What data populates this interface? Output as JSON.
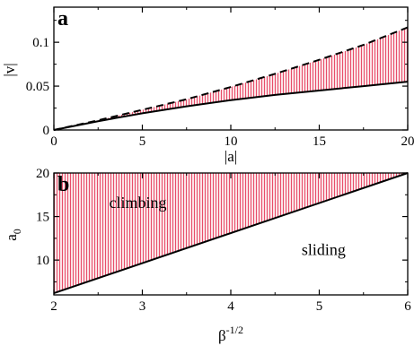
{
  "colors": {
    "fill": "#e84d6a",
    "fill_bg": "#fbe3e6",
    "line": "#000000"
  },
  "chart_data": [
    {
      "type": "area",
      "panel_label": "a",
      "xlabel": "|a|",
      "ylabel": "|v|",
      "xlim": [
        0,
        20
      ],
      "ylim": [
        0,
        0.14
      ],
      "xticks": [
        0,
        5,
        10,
        15,
        20
      ],
      "xtick_labels": [
        "0",
        "5",
        "10",
        "15",
        "20"
      ],
      "yticks": [
        0,
        0.05,
        0.1
      ],
      "ytick_labels": [
        "0",
        "0.05",
        "0.1"
      ],
      "grid": false,
      "series": [
        {
          "style": "dashed",
          "x": [
            0,
            2.5,
            5,
            7.5,
            10,
            12.5,
            15,
            17.5,
            20
          ],
          "y": [
            0,
            0.011,
            0.023,
            0.035,
            0.049,
            0.064,
            0.08,
            0.097,
            0.117
          ]
        },
        {
          "style": "solid",
          "x": [
            0,
            2.5,
            5,
            7.5,
            10,
            12.5,
            15,
            17.5,
            20
          ],
          "y": [
            0,
            0.01,
            0.019,
            0.027,
            0.034,
            0.04,
            0.045,
            0.05,
            0.055
          ]
        }
      ]
    },
    {
      "type": "area",
      "panel_label": "b",
      "xlabel": "β",
      "xlabel_sup": "-1/2",
      "ylabel": "a",
      "ylabel_sub": "0",
      "xlim": [
        2,
        6
      ],
      "ylim": [
        6,
        20
      ],
      "xticks": [
        2,
        3,
        4,
        5,
        6
      ],
      "xtick_labels": [
        "2",
        "3",
        "4",
        "5",
        "6"
      ],
      "yticks": [
        10,
        15,
        20
      ],
      "ytick_labels": [
        "10",
        "15",
        "20"
      ],
      "grid": false,
      "series": [
        {
          "style": "solid",
          "x": [
            2,
            6
          ],
          "y": [
            6.2,
            20
          ]
        }
      ],
      "annotations": [
        {
          "text": "climbing",
          "x": 2.95,
          "y": 16
        },
        {
          "text": "sliding",
          "x": 5.05,
          "y": 10.6
        }
      ]
    }
  ]
}
